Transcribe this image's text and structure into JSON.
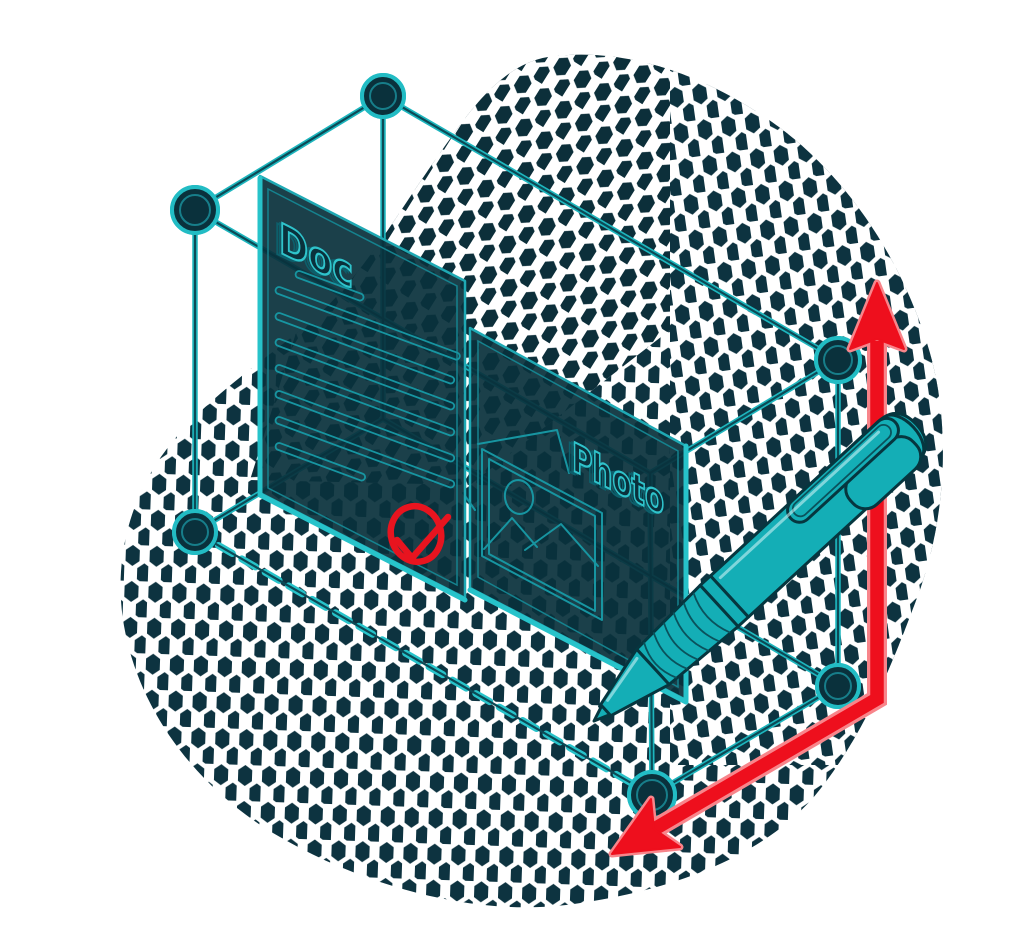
{
  "illustration": {
    "type": "isometric-vector-illustration",
    "labels": {
      "doc": "Doc",
      "photo": "Photo"
    },
    "doc_text_lines": 8,
    "cube_nodes_visible": 6,
    "colors": {
      "background": "#ffffff",
      "dot_halftone": "#0d3340",
      "wire_bright": "#1db6be",
      "wire_dark": "#0c4a56",
      "panel_fill": "#0a313c",
      "panel_line": "#1795a1",
      "accent_red": "#ee0f1d",
      "red_glow": "#f8858b",
      "check_red": "#e8141f",
      "pen_fill": "#14aeb6",
      "pen_outline": "#06363f"
    },
    "icons": [
      "checkmark-icon",
      "photo-placeholder-icon",
      "pen-icon",
      "arrow-up-icon",
      "arrow-down-left-icon",
      "cube-node-icon"
    ]
  }
}
